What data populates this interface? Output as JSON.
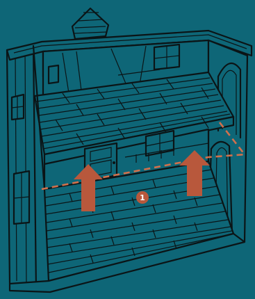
{
  "diagram": {
    "step_marker": "1",
    "colors": {
      "background": "#0e6677",
      "outline": "#0b1416",
      "accent": "#b8583c",
      "guide_line": "#d1704c"
    },
    "icons": [
      "house-illustration",
      "up-arrow-icon",
      "up-arrow-icon",
      "step-badge"
    ]
  }
}
